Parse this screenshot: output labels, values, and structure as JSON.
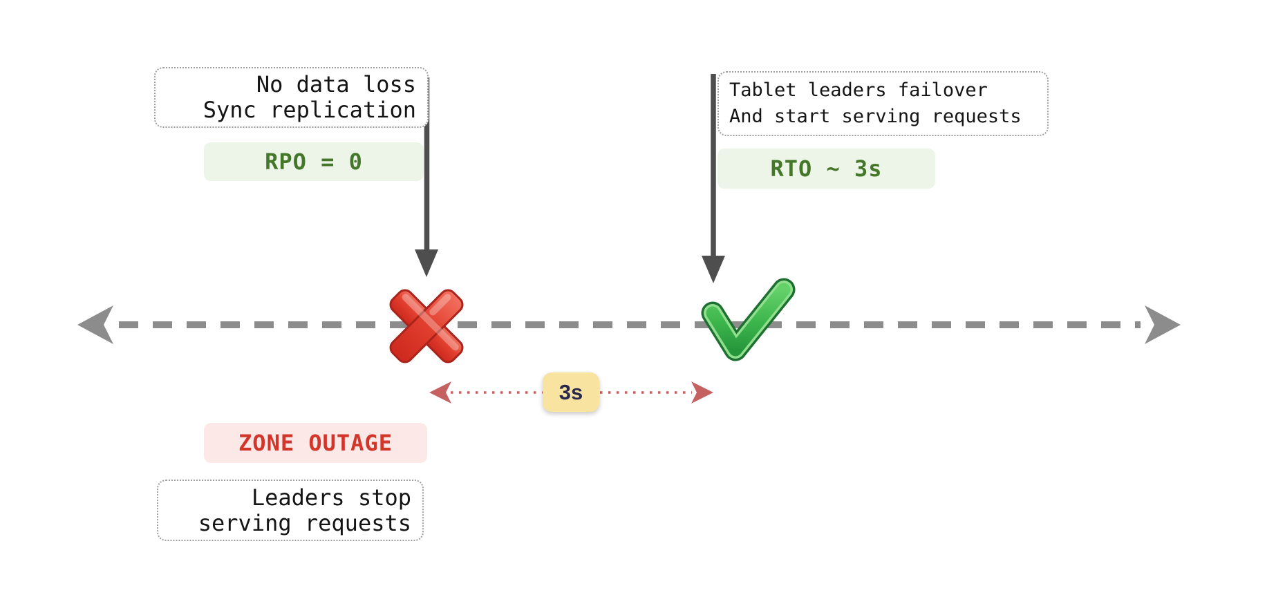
{
  "annotations": {
    "outage_cause": {
      "lines": [
        "No data loss",
        "Sync replication"
      ]
    },
    "rpo_badge": "RPO = 0",
    "failover_note": {
      "lines": [
        "Tablet leaders failover",
        "And start serving requests"
      ]
    },
    "rto_badge": "RTO ~ 3s",
    "outage_badge": "ZONE OUTAGE",
    "outage_effect": {
      "lines": [
        "Leaders stop",
        "serving requests"
      ]
    },
    "duration_label": "3s"
  },
  "icons": {
    "cross_mark": "cross-mark-icon",
    "check_mark": "check-mark-icon",
    "timeline": "timeline-dashed-axis",
    "pointer_arrows": "down-arrow-icon",
    "span_arrow": "double-headed-dotted-arrow"
  },
  "colors": {
    "timeline-gray": "#8c8c8c",
    "arrow-dark": "#4e4e4e",
    "box-border": "#9e9e9e",
    "text-dark": "#141414",
    "green-bg": "#edf5e8",
    "green-text": "#45772b",
    "red-bg": "#fce9e7",
    "red-text": "#d2352a",
    "yellow-bg": "#f8e3a1",
    "navy-text": "#28284c",
    "span-red": "#c66161",
    "cross-red": "#d63228",
    "check-green": "#3cb54c"
  }
}
